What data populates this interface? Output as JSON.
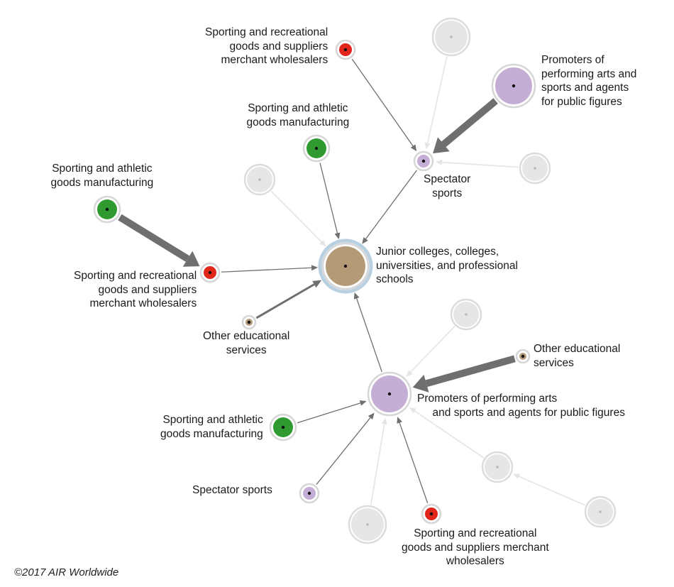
{
  "colors": {
    "education": "#b59a78",
    "promoters": "#c4aed6",
    "spectator": "#c4aed6",
    "manufacturing": "#2f9a2f",
    "wholesalers": "#e2251b",
    "faded": "#e6e6e6",
    "edge": "#6f6f6f",
    "edge_faded": "#e4e4e4",
    "center_ring": "#b8d0e0"
  },
  "nodes": [
    {
      "id": "junior_colleges",
      "kind": "education",
      "label": "Junior colleges, colleges,\nuniversities, and professional\nschools"
    },
    {
      "id": "spectator_top",
      "kind": "spectator",
      "label": "Spectator\nsports"
    },
    {
      "id": "promoters_top",
      "kind": "promoters",
      "label": "Promoters of\nperforming arts and\nsports and agents\nfor public figures"
    },
    {
      "id": "wholesalers_top",
      "kind": "wholesalers",
      "label": "Sporting and recreational\ngoods and suppliers\nmerchant wholesalers"
    },
    {
      "id": "manufacturing_mid",
      "kind": "manufacturing",
      "label": "Sporting and athletic\ngoods manufacturing"
    },
    {
      "id": "manufacturing_left",
      "kind": "manufacturing",
      "label": "Sporting and athletic\ngoods manufacturing"
    },
    {
      "id": "wholesalers_left",
      "kind": "wholesalers",
      "label": "Sporting and recreational\ngoods and suppliers\nmerchant wholesalers"
    },
    {
      "id": "other_edu_left",
      "kind": "education",
      "label": "Other educational\nservices"
    },
    {
      "id": "promoters_bottom",
      "kind": "promoters",
      "label": "Promoters of performing arts\n     and sports and agents for public figures"
    },
    {
      "id": "other_edu_right",
      "kind": "education",
      "label": "Other educational\nservices"
    },
    {
      "id": "manufacturing_bottom",
      "kind": "manufacturing",
      "label": "Sporting and athletic\ngoods manufacturing"
    },
    {
      "id": "spectator_bottom",
      "kind": "spectator",
      "label": "Spectator sports"
    },
    {
      "id": "wholesalers_bottom",
      "kind": "wholesalers",
      "label": "Sporting and recreational\ngoods and suppliers merchant\nwholesalers"
    },
    {
      "id": "faded_1",
      "kind": "faded",
      "label": ""
    },
    {
      "id": "faded_2",
      "kind": "faded",
      "label": ""
    },
    {
      "id": "faded_3",
      "kind": "faded",
      "label": ""
    },
    {
      "id": "faded_4",
      "kind": "faded",
      "label": ""
    },
    {
      "id": "faded_5",
      "kind": "faded",
      "label": ""
    },
    {
      "id": "faded_6",
      "kind": "faded",
      "label": ""
    },
    {
      "id": "faded_7",
      "kind": "faded",
      "label": ""
    }
  ],
  "edges": [
    {
      "from": "wholesalers_top",
      "to": "spectator_top",
      "weight": "thin"
    },
    {
      "from": "promoters_top",
      "to": "spectator_top",
      "weight": "thick"
    },
    {
      "from": "faded_1",
      "to": "spectator_top",
      "weight": "faded"
    },
    {
      "from": "faded_2",
      "to": "spectator_top",
      "weight": "faded"
    },
    {
      "from": "spectator_top",
      "to": "junior_colleges",
      "weight": "thin"
    },
    {
      "from": "manufacturing_mid",
      "to": "junior_colleges",
      "weight": "thin"
    },
    {
      "from": "faded_3",
      "to": "junior_colleges",
      "weight": "faded"
    },
    {
      "from": "manufacturing_left",
      "to": "wholesalers_left",
      "weight": "thick"
    },
    {
      "from": "wholesalers_left",
      "to": "junior_colleges",
      "weight": "thin"
    },
    {
      "from": "other_edu_left",
      "to": "junior_colleges",
      "weight": "medium"
    },
    {
      "from": "promoters_bottom",
      "to": "junior_colleges",
      "weight": "thin"
    },
    {
      "from": "other_edu_right",
      "to": "promoters_bottom",
      "weight": "thick"
    },
    {
      "from": "faded_4",
      "to": "promoters_bottom",
      "weight": "faded"
    },
    {
      "from": "manufacturing_bottom",
      "to": "promoters_bottom",
      "weight": "thin"
    },
    {
      "from": "spectator_bottom",
      "to": "promoters_bottom",
      "weight": "thin"
    },
    {
      "from": "faded_6",
      "to": "promoters_bottom",
      "weight": "faded"
    },
    {
      "from": "wholesalers_bottom",
      "to": "promoters_bottom",
      "weight": "thin"
    },
    {
      "from": "faded_5",
      "to": "promoters_bottom",
      "weight": "faded"
    },
    {
      "from": "faded_7",
      "to": "faded_5",
      "weight": "faded"
    }
  ],
  "footer": {
    "copyright": "©2017 AIR Worldwide"
  }
}
